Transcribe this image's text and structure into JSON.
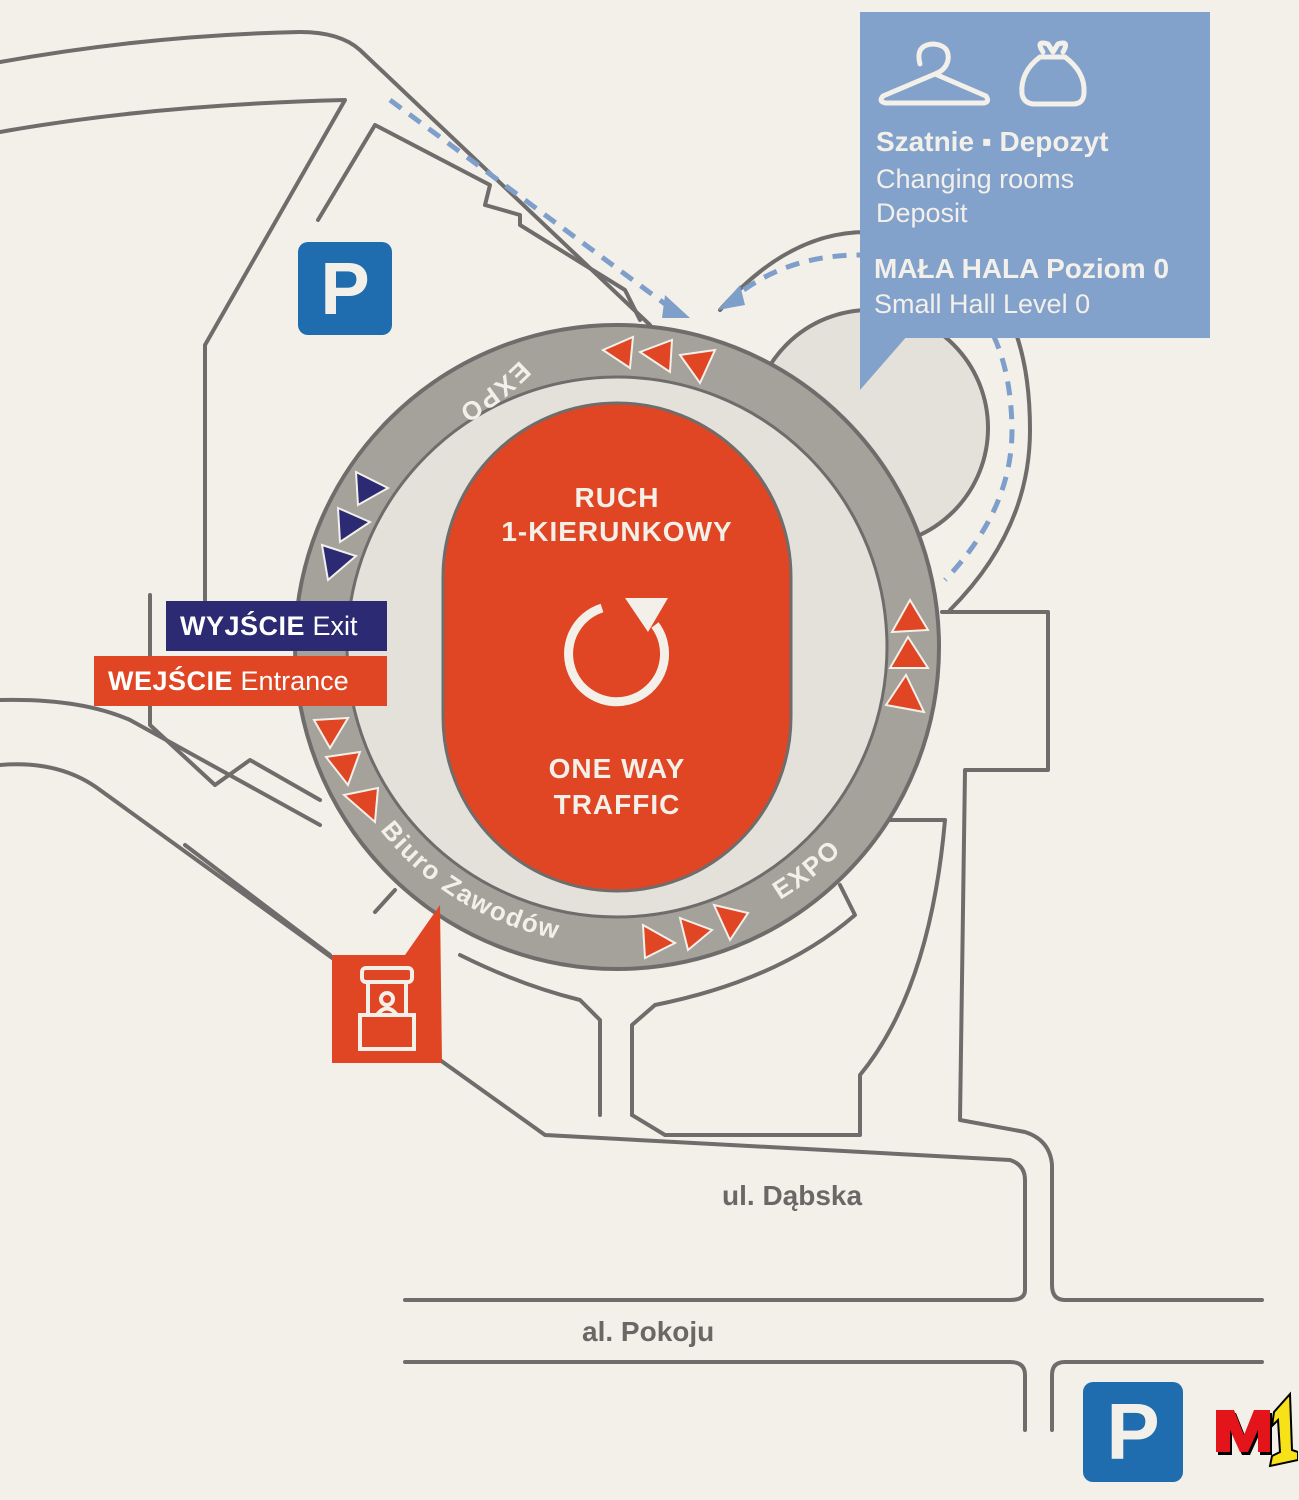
{
  "info_box": {
    "title_pl": "Szatnie ▪ Depozyt",
    "line_1": "Changing rooms",
    "line_2": "Deposit",
    "hall_pl": "MAŁA HALA Poziom 0",
    "hall_en": "Small Hall Level 0",
    "icons": [
      "hanger-icon",
      "deposit-bag-icon"
    ]
  },
  "stadium": {
    "center_line_1": "RUCH",
    "center_line_2": "1-KIERUNKOWY",
    "center_line_3": "ONE WAY",
    "center_line_4": "TRAFFIC",
    "ring_label_top": "EXPO",
    "ring_label_bottom_right": "EXPO",
    "ring_label_bottom_left": "Biuro Zawodów"
  },
  "exit": {
    "pl": "WYJŚCIE",
    "en": "Exit"
  },
  "entrance": {
    "pl": "WEJŚCIE",
    "en": "Entrance"
  },
  "streets": [
    "ul. Dąbska",
    "al. Pokoju"
  ],
  "parking_label": "P",
  "logo": "M1",
  "colors": {
    "red": "#e04524",
    "navy": "#2b2a72",
    "blue": "#82a1cb",
    "parking": "#1f6dae",
    "ring": "#a5a29c",
    "inner": "#e4e1da",
    "background": "#f3f0ea"
  }
}
